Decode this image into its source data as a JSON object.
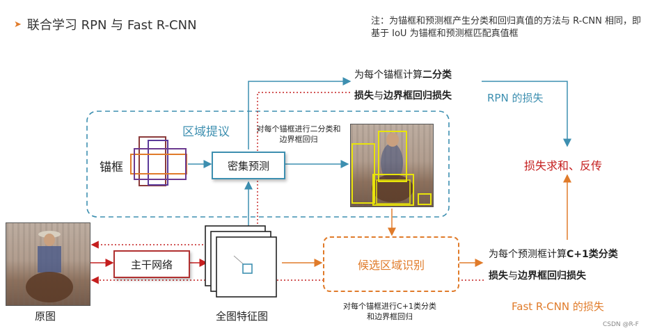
{
  "title": "联合学习 RPN 与 Fast R-CNN",
  "note": "注：为锚框和预测框产生分类和回归真值的方法与 R-CNN 相同，即基于 IoU 为锚框和预测框匹配真值框",
  "region_proposal": {
    "label": "区域提议",
    "anchor_label": "锚框",
    "dense_prediction": "密集预测",
    "anchor_task_note": "对每个锚框进行二分类和边界框回归"
  },
  "rpn_loss": {
    "line1_prefix": "为每个锚框计算",
    "line1_bold": "二分类",
    "line2_bold1": "损失",
    "line2_mid": "与",
    "line2_bold2": "边界框回归损失",
    "caption": "RPN  的损失"
  },
  "sum_backprop": "损失求和、反传",
  "backbone": "主干网络",
  "original_image": "原图",
  "feature_map": "全图特征图",
  "candidate_region": "候选区域识别",
  "candidate_note": "对每个锚框进行C+1类分类和边界框回归",
  "frcnn_loss": {
    "line1_prefix": "为每个预测框计算",
    "line1_bold": "C+1类分类",
    "line2_bold1": "损失",
    "line2_mid": "与",
    "line2_bold2": "边界框回归损失",
    "caption": "Fast R-CNN  的损失"
  },
  "watermark": "CSDN @R-F",
  "colors": {
    "teal": "#3d8fb0",
    "orange": "#e07b2a",
    "red": "#c41e1e",
    "backbone_border": "#b03030",
    "detection_box": "#e8e40a"
  }
}
